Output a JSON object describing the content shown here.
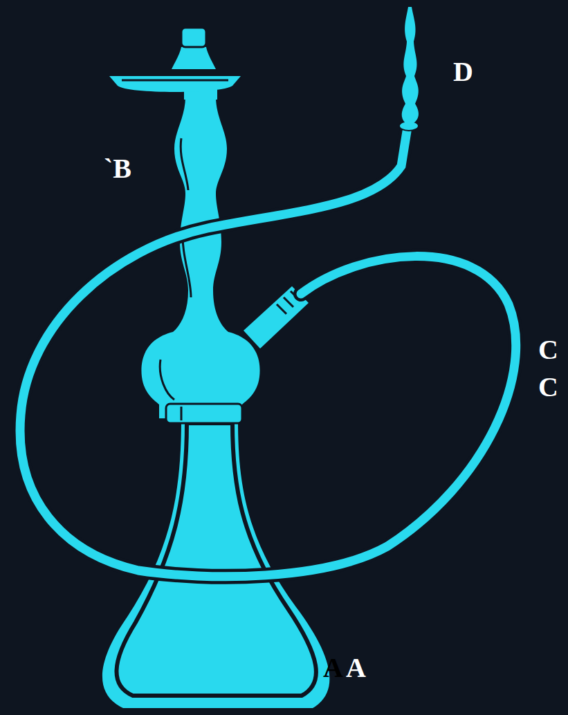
{
  "diagram": {
    "labels": [
      "`B",
      "D",
      "C",
      "C",
      "A",
      "A"
    ]
  }
}
